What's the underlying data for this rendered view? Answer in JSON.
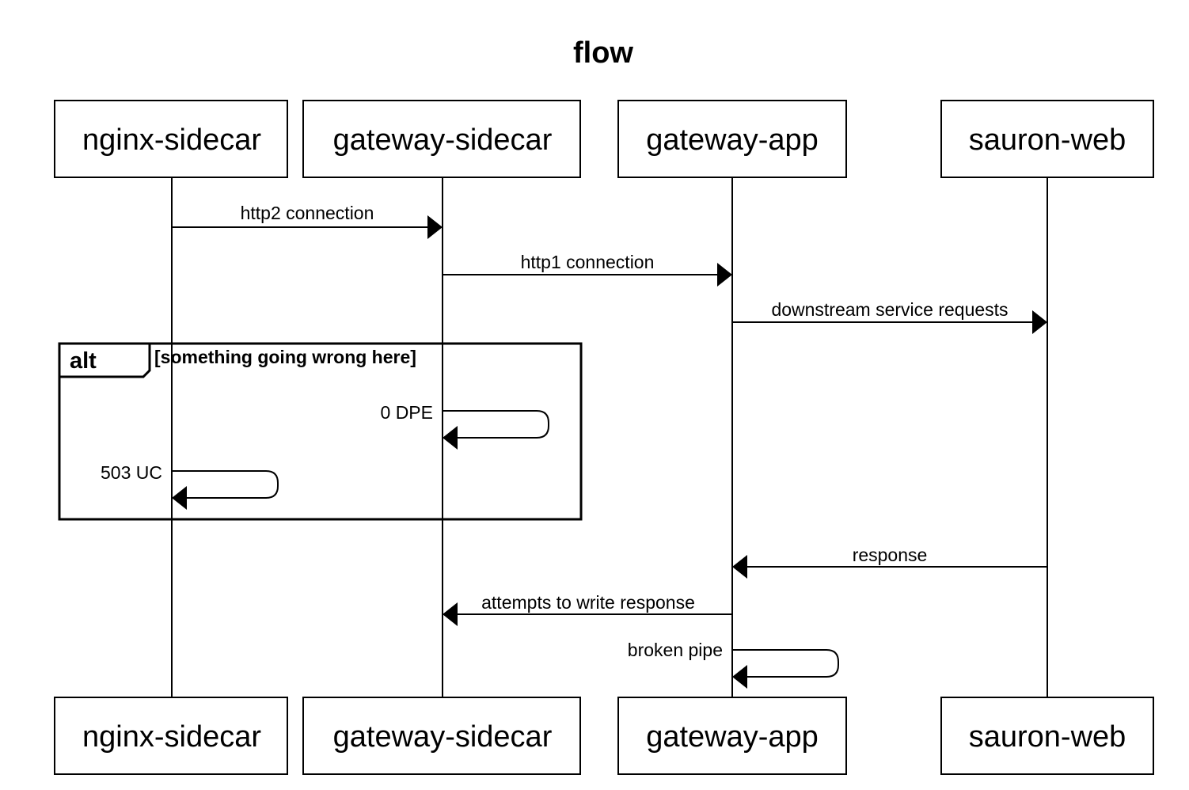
{
  "title": "flow",
  "participants": [
    {
      "id": "nginx",
      "label": "nginx-sidecar"
    },
    {
      "id": "gwsc",
      "label": "gateway-sidecar"
    },
    {
      "id": "gwapp",
      "label": "gateway-app"
    },
    {
      "id": "sauron",
      "label": "sauron-web"
    }
  ],
  "messages": [
    {
      "from": "nginx",
      "to": "gwsc",
      "label": "http2 connection"
    },
    {
      "from": "gwsc",
      "to": "gwapp",
      "label": "http1 connection"
    },
    {
      "from": "gwapp",
      "to": "sauron",
      "label": "downstream service requests"
    },
    {
      "from": "gwsc",
      "to": "gwsc",
      "label": "0 DPE"
    },
    {
      "from": "nginx",
      "to": "nginx",
      "label": "503 UC"
    },
    {
      "from": "sauron",
      "to": "gwapp",
      "label": "response"
    },
    {
      "from": "gwapp",
      "to": "gwsc",
      "label": "attempts to write response"
    },
    {
      "from": "gwapp",
      "to": "gwapp",
      "label": "broken pipe"
    }
  ],
  "alt": {
    "keyword": "alt",
    "condition": "[something going wrong here]"
  },
  "colors": {
    "line": "#000000",
    "background": "#ffffff"
  }
}
